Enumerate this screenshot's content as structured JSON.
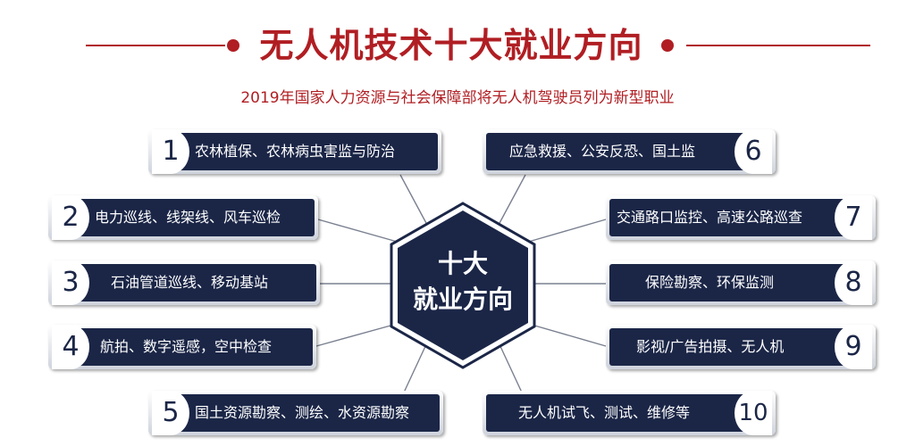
{
  "header": {
    "title": "无人机技术十大就业方向",
    "subtitle": "2019年国家人力资源与社会保障部将无人机驾驶员列为新型职业"
  },
  "center": {
    "line1": "十大",
    "line2": "就业方向"
  },
  "items": [
    {
      "num": "1",
      "label": "农林植保、农林病虫害监与防治"
    },
    {
      "num": "2",
      "label": "电力巡线、线架线、风车巡检"
    },
    {
      "num": "3",
      "label": "石油管道巡线、移动基站"
    },
    {
      "num": "4",
      "label": "航拍、数字遥感，空中检查"
    },
    {
      "num": "5",
      "label": "国土资源勘察、测绘、水资源勘察"
    },
    {
      "num": "6",
      "label": "应急救援、公安反恐、国土监"
    },
    {
      "num": "7",
      "label": "交通路口监控、高速公路巡查"
    },
    {
      "num": "8",
      "label": "保险勘察、环保监测"
    },
    {
      "num": "9",
      "label": "影视/广告拍摄、无人机"
    },
    {
      "num": "10",
      "label": "无人机试飞、测试、维修等"
    }
  ],
  "colors": {
    "accent_red": "#b01e23",
    "navy": "#1b2647",
    "connector": "#7a8090"
  }
}
